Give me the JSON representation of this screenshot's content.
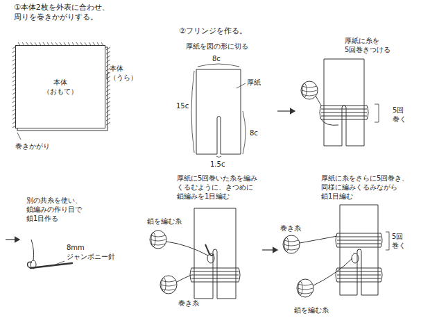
{
  "diagram": {
    "nodes": [
      {
        "text": [
          "本体 （おもて）"
        ]
      }
    ],
    "labels": [
      "①本体2枚を外表に合わせ、 周りを巻きかがりする。",
      "本体 （うら）",
      "巻きかがり",
      "②フリンジを作る。",
      "厚紙を図の形に切る",
      "8c",
      "厚紙",
      "15c",
      "8c",
      "1.5c",
      "厚紙に糸を 5回巻きつける",
      "5回 巻く",
      "別の共糸を使い、 鎖編みの作り目で 鎖1目作る",
      "8mm ジャンボニー針",
      "厚紙に5回巻いた糸を編み くるむように、きつめに 鎖編みを1目編む",
      "鎖を編む糸",
      "巻き糸",
      "厚紙に糸をさらに5回巻き、 同様に編みくるみながら 鎖1目編む",
      "巻き糸",
      "5回 巻く",
      "鎖を編む糸"
    ]
  }
}
